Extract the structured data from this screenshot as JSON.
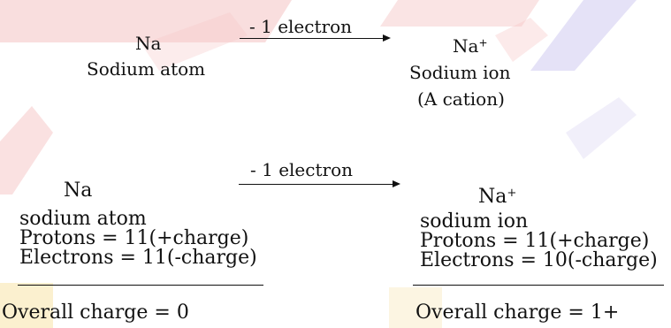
{
  "top": {
    "left_symbol": "Na",
    "left_name": "Sodium atom",
    "arrow_label": "- 1 electron",
    "right_symbol": "Na",
    "right_charge_sup": "+",
    "right_name": "Sodium ion",
    "right_note": "(A cation)"
  },
  "bottom": {
    "arrow_label": "- 1 electron",
    "left": {
      "symbol": "Na",
      "name": "sodium atom",
      "protons": "Protons = 11(+charge)",
      "electrons": "Electrons = 11(-charge)",
      "overall": "Overall charge = 0"
    },
    "right": {
      "symbol": "Na",
      "charge_sup": "+",
      "name": "sodium ion",
      "protons": "Protons = 11(+charge)",
      "electrons": "Electrons = 10(-charge)",
      "overall": "Overall charge = 1+"
    }
  },
  "colors": {
    "text": "#111111",
    "watermark_red": "#f2b3b3",
    "watermark_purple": "#c9c4ea",
    "watermark_yellow": "#f6df9c"
  }
}
